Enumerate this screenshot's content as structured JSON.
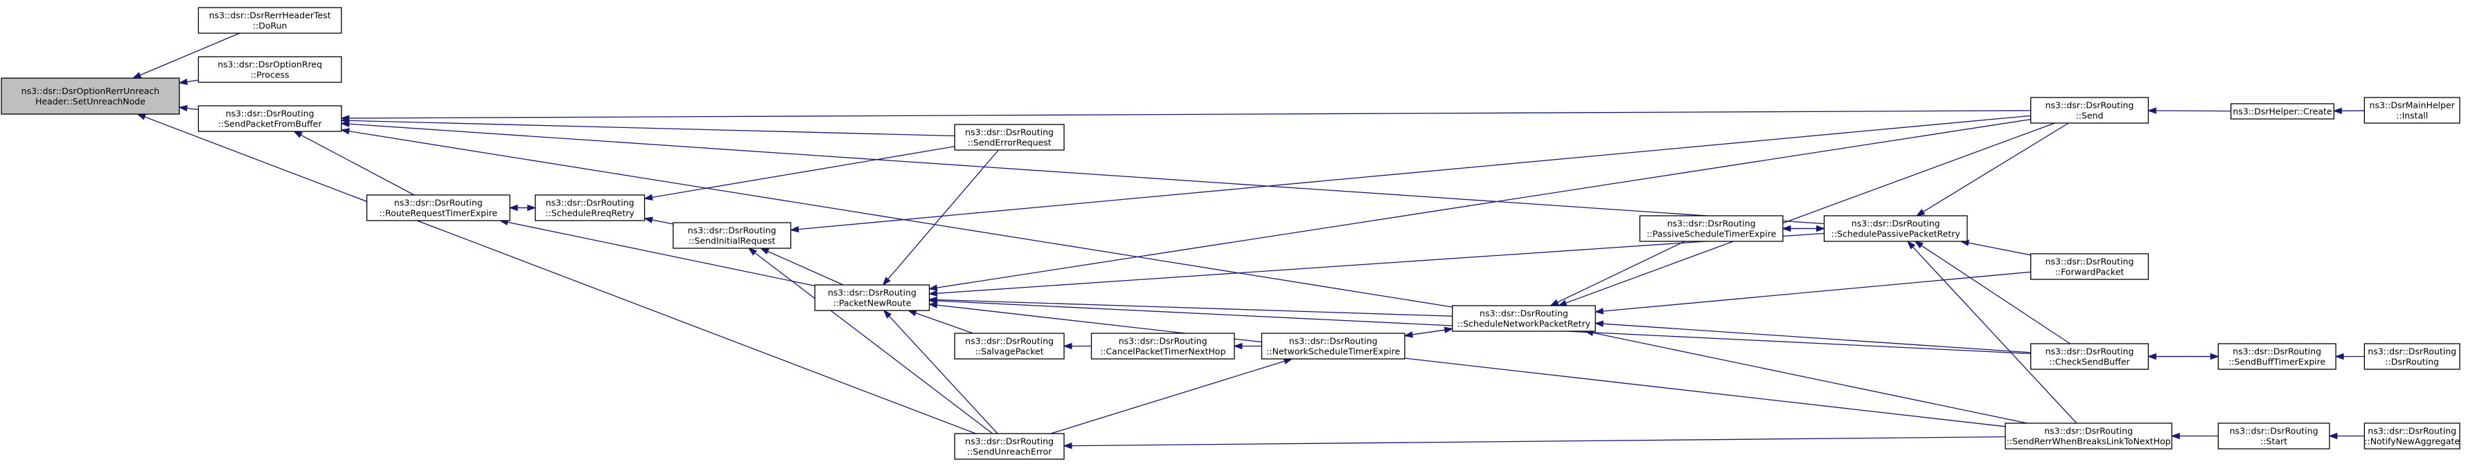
{
  "diagram": {
    "type": "call-graph",
    "nodes": [
      {
        "id": "setUnreach",
        "lines": [
          "ns3::dsr::DsrOptionRerrUnreach",
          "Header::SetUnreachNode"
        ],
        "highlight": true
      },
      {
        "id": "doRun",
        "lines": [
          "ns3::dsr::DsrRerrHeaderTest",
          "::DoRun"
        ]
      },
      {
        "id": "rreqProcess",
        "lines": [
          "ns3::dsr::DsrOptionRreq",
          "::Process"
        ]
      },
      {
        "id": "sendPacketFromBuffer",
        "lines": [
          "ns3::dsr::DsrRouting",
          "::SendPacketFromBuffer"
        ]
      },
      {
        "id": "routeRequestTimerExpire",
        "lines": [
          "ns3::dsr::DsrRouting",
          "::RouteRequestTimerExpire"
        ]
      },
      {
        "id": "scheduleRreqRetry",
        "lines": [
          "ns3::dsr::DsrRouting",
          "::ScheduleRreqRetry"
        ]
      },
      {
        "id": "sendInitialRequest",
        "lines": [
          "ns3::dsr::DsrRouting",
          "::SendInitialRequest"
        ]
      },
      {
        "id": "packetNewRoute",
        "lines": [
          "ns3::dsr::DsrRouting",
          "::PacketNewRoute"
        ]
      },
      {
        "id": "sendErrorRequest",
        "lines": [
          "ns3::dsr::DsrRouting",
          "::SendErrorRequest"
        ]
      },
      {
        "id": "salvagePacket",
        "lines": [
          "ns3::dsr::DsrRouting",
          "::SalvagePacket"
        ]
      },
      {
        "id": "sendUnreachError",
        "lines": [
          "ns3::dsr::DsrRouting",
          "::SendUnreachError"
        ]
      },
      {
        "id": "cancelPacketTimerNextHop",
        "lines": [
          "ns3::dsr::DsrRouting",
          "::CancelPacketTimerNextHop"
        ]
      },
      {
        "id": "networkScheduleTimerExpire",
        "lines": [
          "ns3::dsr::DsrRouting",
          "::NetworkScheduleTimerExpire"
        ]
      },
      {
        "id": "scheduleNetworkPacketRetry",
        "lines": [
          "ns3::dsr::DsrRouting",
          "::ScheduleNetworkPacketRetry"
        ]
      },
      {
        "id": "passiveScheduleTimerExpire",
        "lines": [
          "ns3::dsr::DsrRouting",
          "::PassiveScheduleTimerExpire"
        ]
      },
      {
        "id": "schedulePassivePacketRetry",
        "lines": [
          "ns3::dsr::DsrRouting",
          "::SchedulePassivePacketRetry"
        ]
      },
      {
        "id": "send",
        "lines": [
          "ns3::dsr::DsrRouting",
          "::Send"
        ]
      },
      {
        "id": "forwardPacket",
        "lines": [
          "ns3::dsr::DsrRouting",
          "::ForwardPacket"
        ]
      },
      {
        "id": "checkSendBuffer",
        "lines": [
          "ns3::dsr::DsrRouting",
          "::CheckSendBuffer"
        ]
      },
      {
        "id": "sendRerrWhenBreaksLinkToNextHop",
        "lines": [
          "ns3::dsr::DsrRouting",
          "::SendRerrWhenBreaksLinkToNextHop"
        ]
      },
      {
        "id": "helperCreate",
        "lines": [
          "ns3::DsrHelper::Create"
        ]
      },
      {
        "id": "mainHelperInstall",
        "lines": [
          "ns3::DsrMainHelper",
          "::Install"
        ]
      },
      {
        "id": "sendBuffTimerExpire",
        "lines": [
          "ns3::dsr::DsrRouting",
          "::SendBuffTimerExpire"
        ]
      },
      {
        "id": "dsrRoutingCtor",
        "lines": [
          "ns3::dsr::DsrRouting",
          "::DsrRouting"
        ]
      },
      {
        "id": "start",
        "lines": [
          "ns3::dsr::DsrRouting",
          "::Start"
        ]
      },
      {
        "id": "notifyNewAggregate",
        "lines": [
          "ns3::dsr::DsrRouting",
          "::NotifyNewAggregate"
        ]
      }
    ]
  }
}
